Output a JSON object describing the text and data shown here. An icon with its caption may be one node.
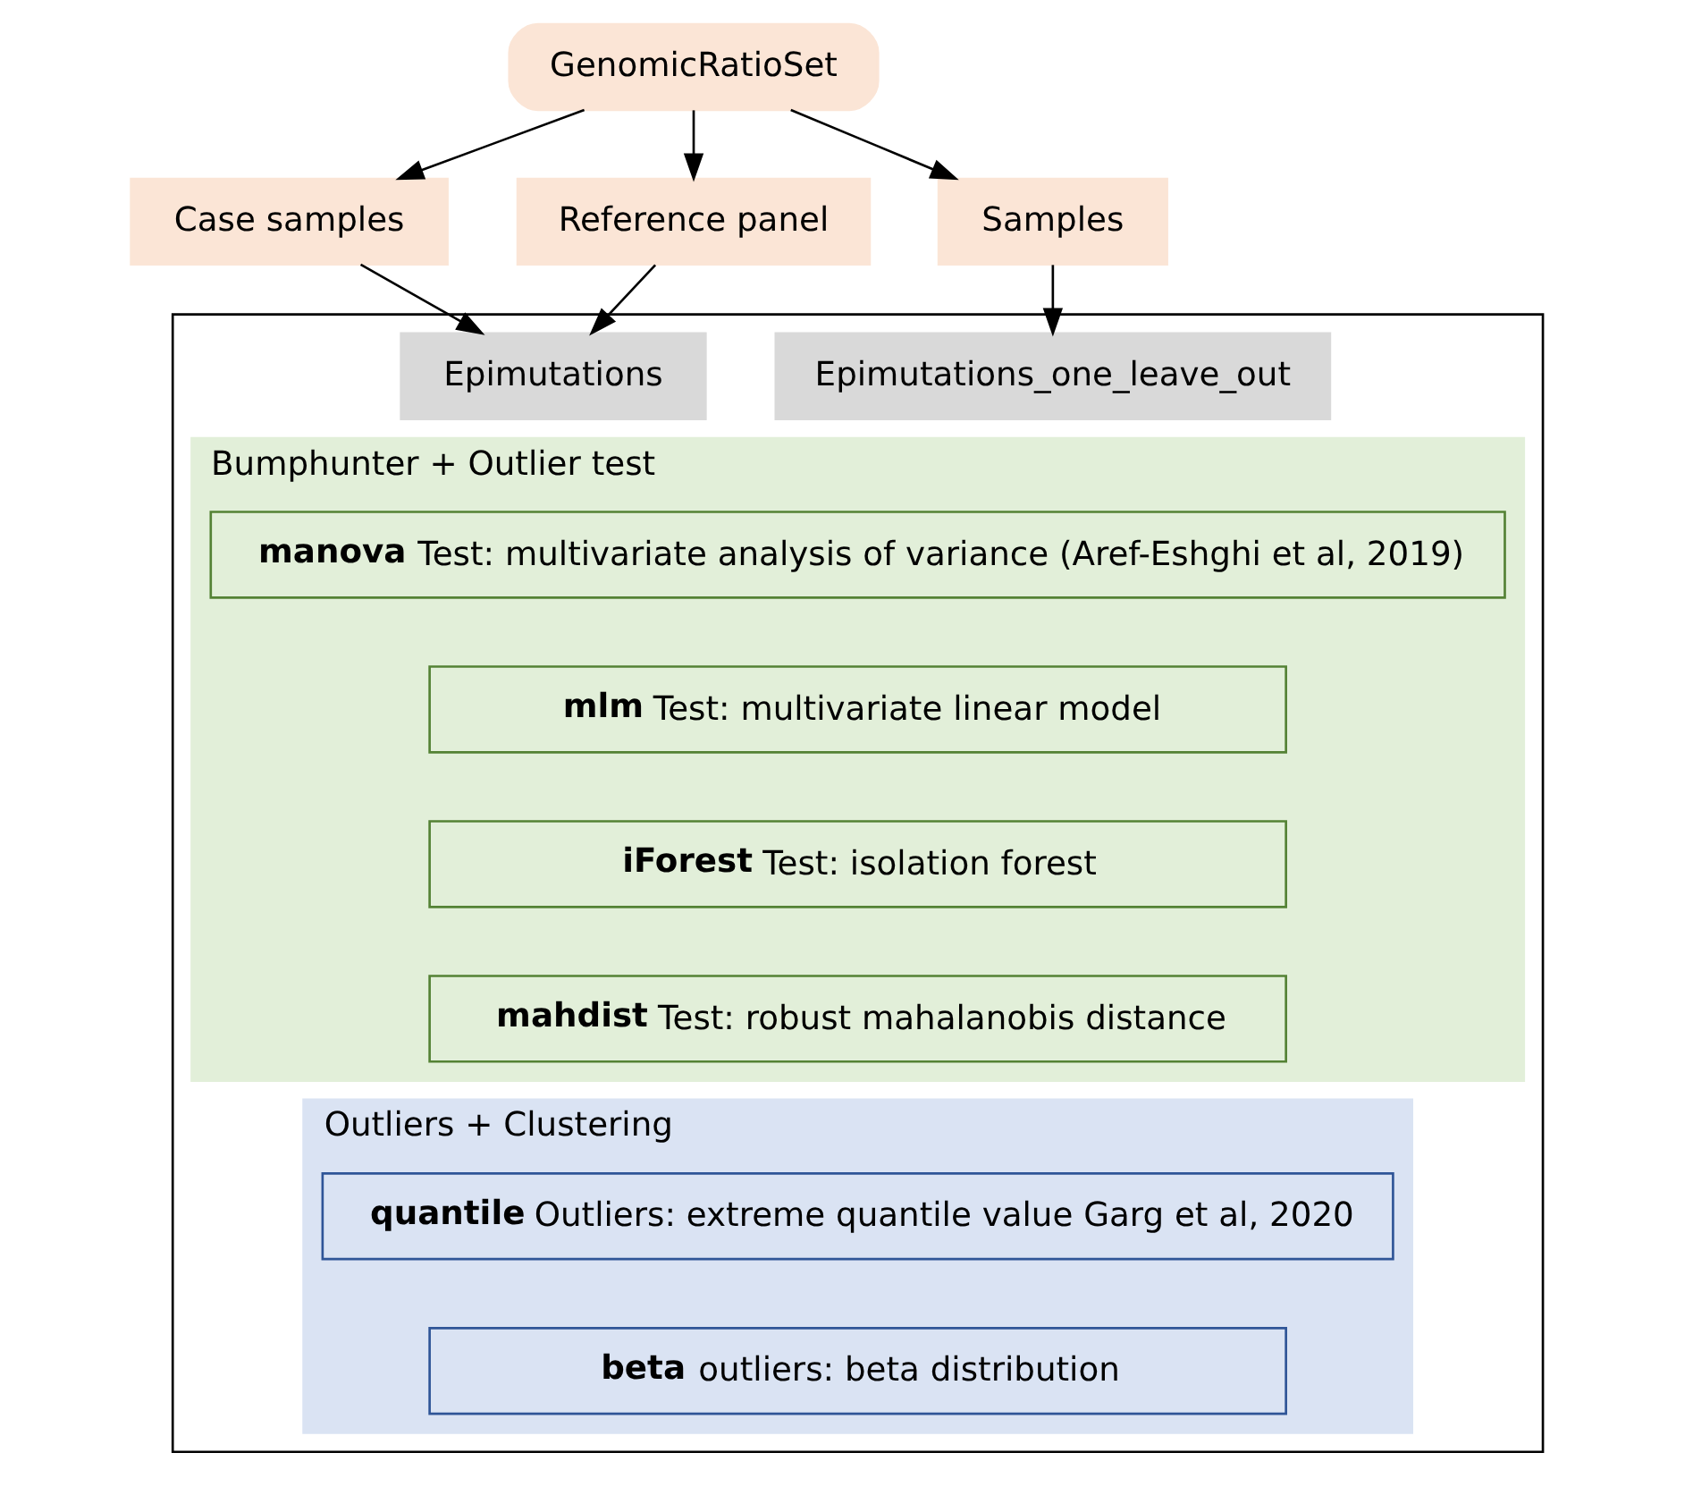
{
  "diagram": {
    "nodes": [
      {
        "text": [
          "GenomicRatioSet"
        ]
      },
      {
        "text": [
          "Case samples"
        ]
      },
      {
        "text": [
          "Reference panel"
        ]
      },
      {
        "text": [
          "Samples"
        ]
      },
      {
        "text": [],
        "shape": "box"
      },
      {
        "text": [
          "Epimutations"
        ],
        "in": 4
      },
      {
        "text": [
          "Epimutations_one_leave_out"
        ],
        "in": 4
      },
      {
        "text": [
          "Bumphunter + Outlier test"
        ],
        "in": 4
      },
      {
        "text": [
          "manova",
          "Test: multivariate analysis of variance (Aref-Eshghi et al, 2019)"
        ],
        "in": 7
      },
      {
        "text": [
          "mlm",
          "Test: multivariate linear model"
        ],
        "in": 7
      },
      {
        "text": [
          "iForest",
          "Test: isolation forest"
        ],
        "in": 7
      },
      {
        "text": [
          "mahdist",
          "Test: robust mahalanobis distance"
        ],
        "in": 7
      },
      {
        "text": [
          "Outliers + Clustering"
        ],
        "in": 4
      },
      {
        "text": [
          "quantile",
          "Outliers: extreme quantile value Garg et al, 2020"
        ],
        "in": 12
      },
      {
        "text": [
          "beta",
          "outliers: beta distribution"
        ],
        "in": 12
      }
    ],
    "edges": [
      {
        "from": 0,
        "to": 1,
        "arrow": "to"
      },
      {
        "from": 0,
        "to": 2,
        "arrow": "to"
      },
      {
        "from": 0,
        "to": 3,
        "arrow": "to"
      },
      {
        "from": 1,
        "to": 5,
        "arrow": "to"
      },
      {
        "from": 2,
        "to": 5,
        "arrow": "to"
      },
      {
        "from": 3,
        "to": 6,
        "arrow": "to"
      }
    ]
  }
}
